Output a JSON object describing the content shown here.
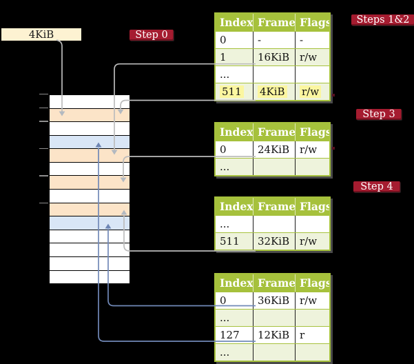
{
  "source_box": {
    "label": "4KiB"
  },
  "badges": {
    "step0": "Step 0",
    "steps12": "Steps 1&2",
    "step3": "Step 3",
    "step4": "Step 4"
  },
  "colors": {
    "badge_red": "#a51c30",
    "table_olive": "#a6c13c",
    "table_row_green": "#eef3dc",
    "memory_frame_peach": "#fce4c8",
    "memory_page_blue": "#d9e6f6",
    "source_cream": "#fdf2d2",
    "highlight_yellow": "#fbf6a0",
    "gray_arrow": "#bcbcbc",
    "blue_arrow": "#7189b8"
  },
  "memory": {
    "rows": [
      {
        "type": "white"
      },
      {
        "type": "frame"
      },
      {
        "type": "white"
      },
      {
        "type": "page"
      },
      {
        "type": "frame"
      },
      {
        "type": "white"
      },
      {
        "type": "frame"
      },
      {
        "type": "white"
      },
      {
        "type": "frame"
      },
      {
        "type": "page"
      },
      {
        "type": "white"
      },
      {
        "type": "white"
      },
      {
        "type": "white"
      },
      {
        "type": "white"
      }
    ]
  },
  "tables": [
    {
      "headers": [
        "Index",
        "Frame",
        "Flags"
      ],
      "rows": [
        {
          "cells": [
            "0",
            "-",
            "-"
          ],
          "shade": false,
          "highlight": false
        },
        {
          "cells": [
            "1",
            "16KiB",
            "r/w"
          ],
          "shade": true,
          "highlight": false
        },
        {
          "cells": [
            "...",
            "",
            ""
          ],
          "shade": false,
          "highlight": false
        },
        {
          "cells": [
            "511",
            "4KiB",
            "r/w"
          ],
          "shade": true,
          "highlight": true
        }
      ]
    },
    {
      "headers": [
        "Index",
        "Frame",
        "Flags"
      ],
      "rows": [
        {
          "cells": [
            "0",
            "24KiB",
            "r/w"
          ],
          "shade": false,
          "highlight": false
        },
        {
          "cells": [
            "...",
            "",
            ""
          ],
          "shade": true,
          "highlight": false
        }
      ]
    },
    {
      "headers": [
        "Index",
        "Frame",
        "Flags"
      ],
      "rows": [
        {
          "cells": [
            "...",
            "",
            ""
          ],
          "shade": false,
          "highlight": false
        },
        {
          "cells": [
            "511",
            "32KiB",
            "r/w"
          ],
          "shade": true,
          "highlight": false
        }
      ]
    },
    {
      "headers": [
        "Index",
        "Frame",
        "Flags"
      ],
      "rows": [
        {
          "cells": [
            "0",
            "36KiB",
            "r/w"
          ],
          "shade": false,
          "highlight": false
        },
        {
          "cells": [
            "...",
            "",
            ""
          ],
          "shade": true,
          "highlight": false
        },
        {
          "cells": [
            "127",
            "12KiB",
            "r"
          ],
          "shade": false,
          "highlight": false
        },
        {
          "cells": [
            "...",
            "",
            ""
          ],
          "shade": true,
          "highlight": false
        }
      ]
    }
  ]
}
